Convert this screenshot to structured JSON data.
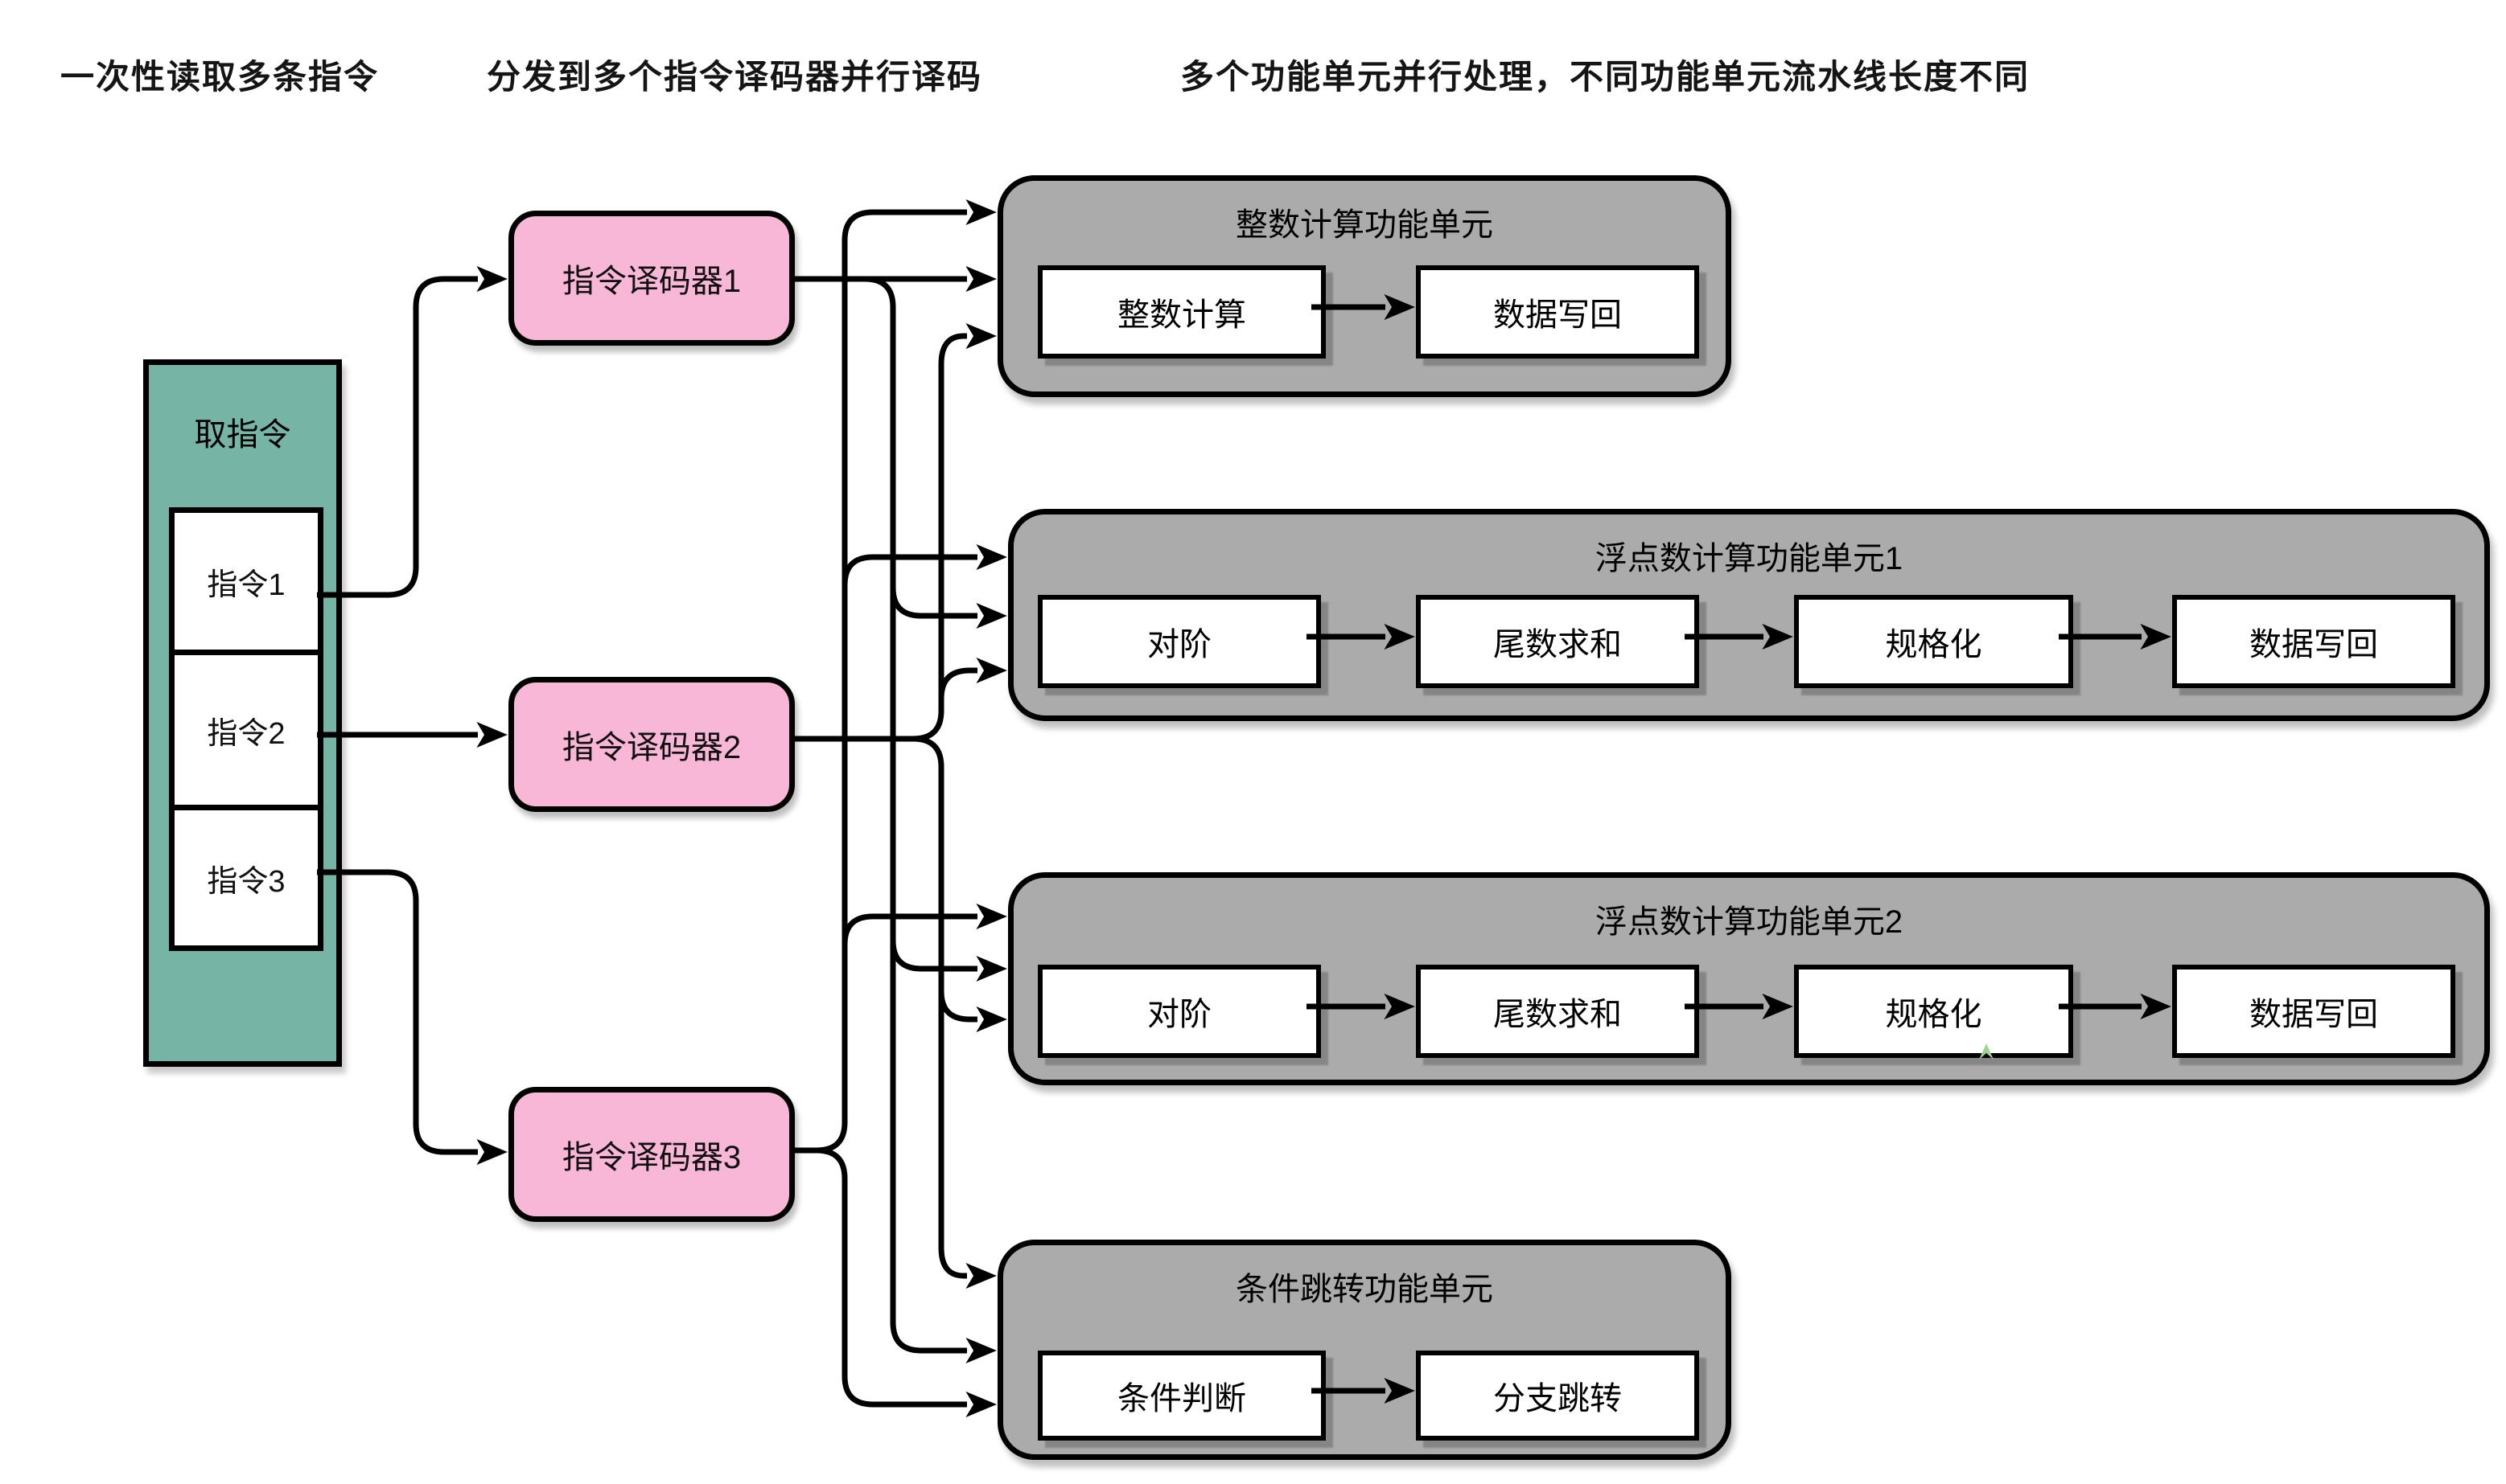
{
  "notes": [
    {
      "text": "一次性读取多条指令"
    },
    {
      "text": "分发到多个指令译码器并行译码"
    },
    {
      "text": "多个功能单元并行处理，不同功能单元流水线长度不同"
    }
  ],
  "fetch_unit": {
    "title": "取指令",
    "instructions": [
      "指令1",
      "指令2",
      "指令3"
    ]
  },
  "decoders": [
    "指令译码器1",
    "指令译码器2",
    "指令译码器3"
  ],
  "functional_units": [
    {
      "title": "整数计算功能单元",
      "stages": [
        "整数计算",
        "数据写回"
      ]
    },
    {
      "title": "浮点数计算功能单元1",
      "stages": [
        "对阶",
        "尾数求和",
        "规格化",
        "数据写回"
      ]
    },
    {
      "title": "浮点数计算功能单元2",
      "stages": [
        "对阶",
        "尾数求和",
        "规格化",
        "数据写回"
      ]
    },
    {
      "title": "条件跳转功能单元",
      "stages": [
        "条件判断",
        "分支跳转"
      ]
    }
  ],
  "colors": {
    "fetch_fill": "#76B5A6",
    "decoder_fill": "#F9B7D8",
    "unit_fill": "#ABABAB",
    "stage_fill": "#FFFFFF",
    "line": "#000000",
    "cursor_artifact": "#9FD48F"
  }
}
